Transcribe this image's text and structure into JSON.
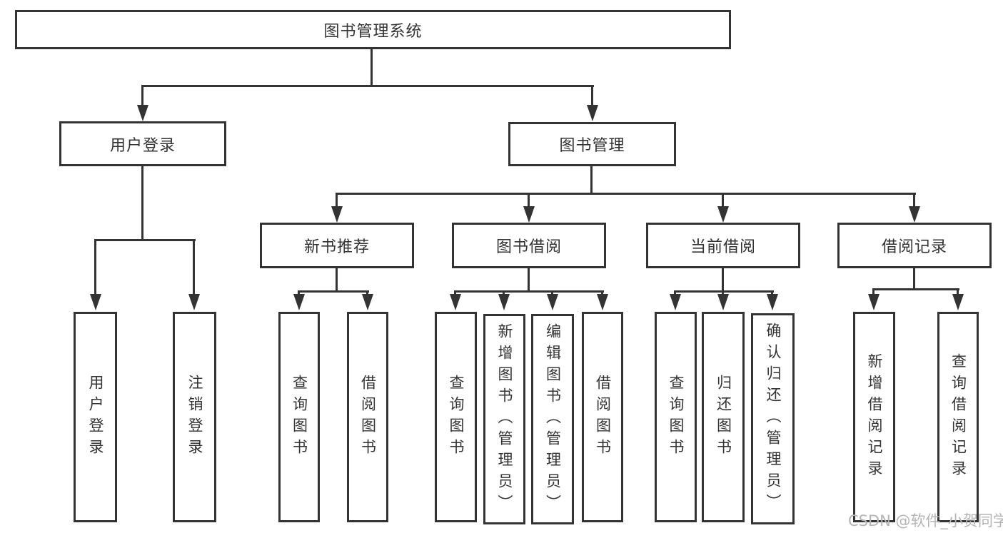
{
  "diagram_title": "图书管理系统",
  "nodes": {
    "root": {
      "label": "图书管理系统"
    },
    "user_login": {
      "label": "用户登录"
    },
    "book_management": {
      "label": "图书管理"
    },
    "new_book_recommend": {
      "label": "新书推荐"
    },
    "book_borrow": {
      "label": "图书借阅"
    },
    "current_borrow": {
      "label": "当前借阅"
    },
    "borrow_record": {
      "label": "借阅记录"
    },
    "user_login_leaf": {
      "label": "用户登录"
    },
    "logout_leaf": {
      "label": "注销登录"
    },
    "recommend_query_books": {
      "label": "查询图书"
    },
    "recommend_borrow_books": {
      "label": "借阅图书"
    },
    "borrow_query_books": {
      "label": "查询图书"
    },
    "borrow_add_books": {
      "label": "新增图书（管理员）"
    },
    "borrow_edit_books": {
      "label": "编辑图书（管理员）"
    },
    "borrow_borrow_books": {
      "label": "借阅图书"
    },
    "current_query_books": {
      "label": "查询图书"
    },
    "current_return_books": {
      "label": "归还图书"
    },
    "current_confirm_return": {
      "label": "确认归还（管理员）"
    },
    "record_add_record": {
      "label": "新增借阅记录"
    },
    "record_query_record": {
      "label": "查询借阅记录"
    }
  },
  "watermark": "CSDN @软件_小贺同学",
  "colors": {
    "line": "#333333",
    "text": "#333333",
    "watermark_text": "#b5b5b5",
    "background": "#ffffff",
    "node_fill": "#ffffff"
  }
}
